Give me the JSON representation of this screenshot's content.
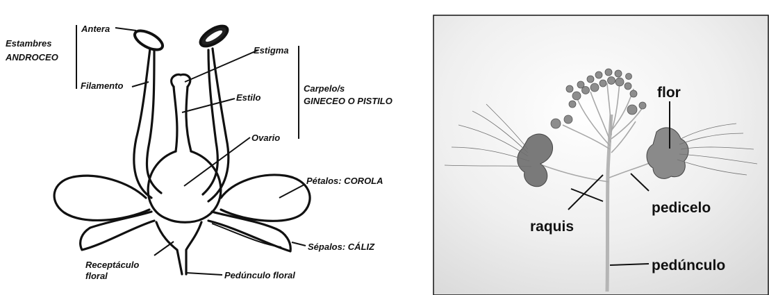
{
  "flower_diagram": {
    "labels": {
      "antera": "Antera",
      "estambres": "Estambres",
      "androceo": "ANDROCEO",
      "filamento": "Filamento",
      "estigma": "Estigma",
      "estilo": "Estilo",
      "carpelos": "Carpelo/s",
      "gineceo": "GINECEO O PISTILO",
      "ovario": "Ovario",
      "petalos": "Pétalos: COROLA",
      "sepalos": "Sépalos: CÁLIZ",
      "receptaculo_1": "Receptáculo",
      "receptaculo_2": "floral",
      "pedunculo_floral": "Pedúnculo floral"
    }
  },
  "inflorescence_photo": {
    "labels": {
      "flor": "flor",
      "pedicelo": "pedicelo",
      "raquis": "raquis",
      "pedunculo": "pedúnculo"
    }
  }
}
